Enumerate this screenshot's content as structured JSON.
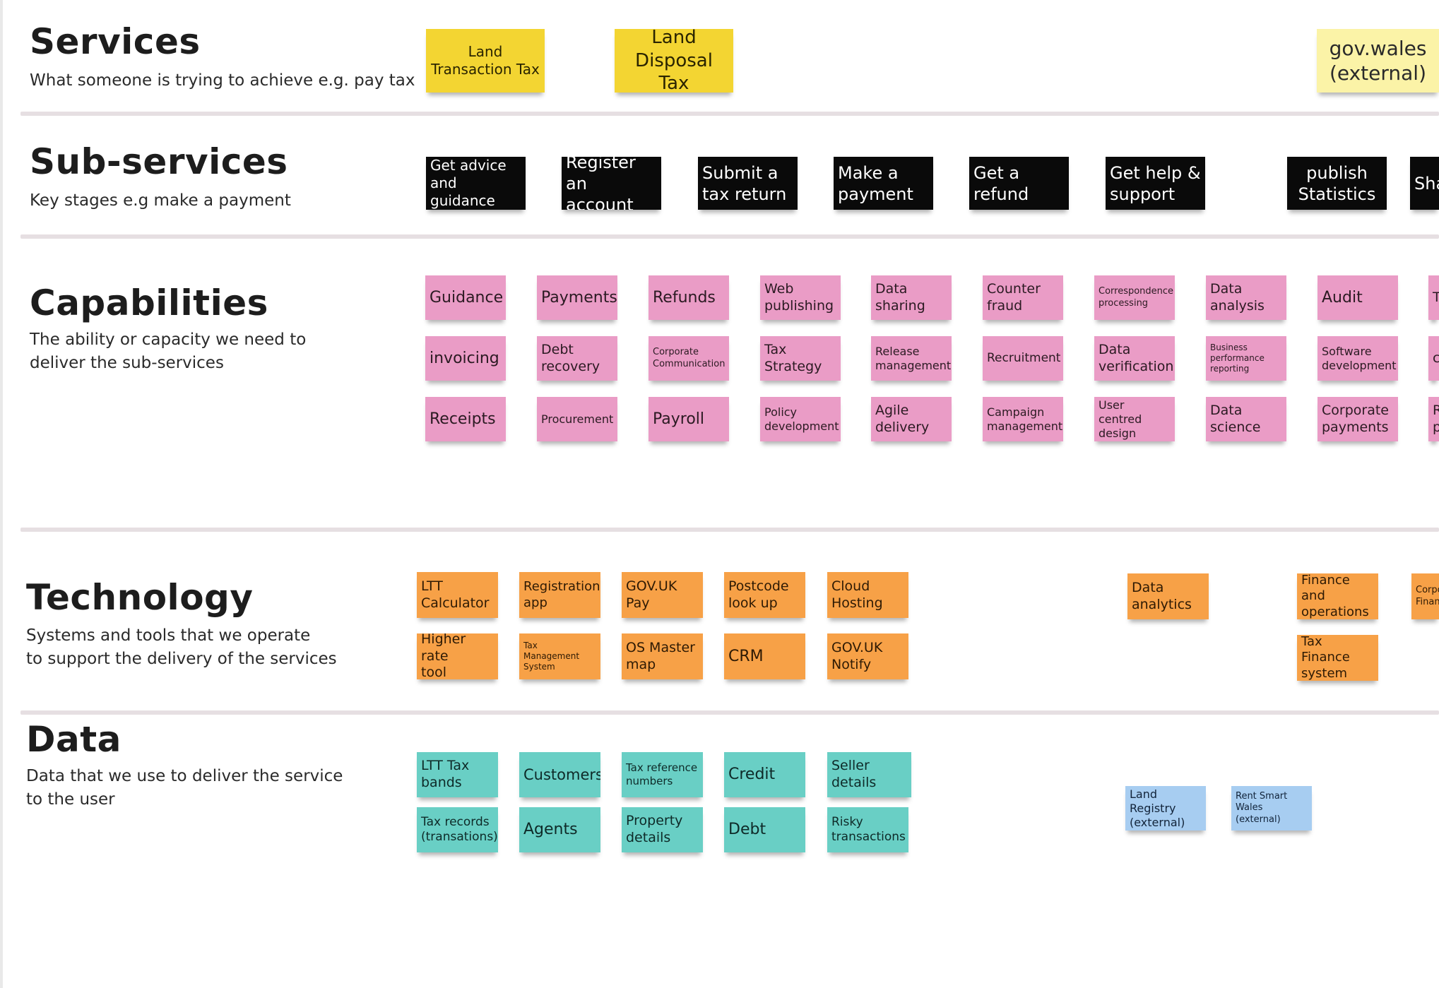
{
  "sections": {
    "services": {
      "title": "Services",
      "description": "What someone is trying to achieve e.g. pay tax"
    },
    "subservices": {
      "title": "Sub-services",
      "description": "Key stages e.g  make a payment"
    },
    "capabilities": {
      "title": "Capabilities",
      "description": "The ability or capacity we need to\ndeliver the sub-services"
    },
    "technology": {
      "title": "Technology",
      "description": "Systems and tools that we operate\nto support the delivery of the services"
    },
    "data": {
      "title": "Data",
      "description": "Data that we use to deliver the service\nto the user"
    }
  },
  "services": [
    "Land\nTransaction Tax",
    "Land\nDisposal Tax",
    "gov.wales\n(external)"
  ],
  "subservices": [
    "Get advice\nand guidance",
    "Register an\naccount",
    "Submit a\ntax return",
    "Make a\npayment",
    "Get a\nrefund",
    "Get help &\nsupport",
    "publish\nStatistics",
    "Sha"
  ],
  "capabilities": [
    "Guidance",
    "Payments",
    "Refunds",
    "Web\npublishing",
    "Data\nsharing",
    "Counter\nfraud",
    "Correspondence\nprocessing",
    "Data\nanalysis",
    "Audit",
    "T",
    "invoicing",
    "Debt\nrecovery",
    "Corporate\nCommunication",
    "Tax\nStrategy",
    "Release\nmanagement",
    "Recruitment",
    "Data\nverification",
    "Business\nperformance\nreporting",
    "Software\ndevelopment",
    "c",
    "Receipts",
    "Procurement",
    "Payroll",
    "Policy\ndevelopment",
    "Agile\ndelivery",
    "Campaign\nmanagement",
    "User centred\ndesign",
    "Data\nscience",
    "Corporate\npayments",
    "R\np"
  ],
  "technology": [
    "LTT\nCalculator",
    "Registration\napp",
    "GOV.UK\nPay",
    "Postcode\nlook up",
    "Cloud\nHosting",
    "Data\nanalytics",
    "Finance and\noperations",
    "Corpo\nFinan",
    "Higher rate\ntool",
    "Tax\nManagement\nSystem",
    "OS Master\nmap",
    "CRM",
    "GOV.UK\nNotify",
    "Tax Finance\nsystem"
  ],
  "data": [
    "LTT Tax\nbands",
    "Customers",
    "Tax reference\nnumbers",
    "Credit",
    "Seller\ndetails",
    "Tax records\n(transations)",
    "Agents",
    "Property\ndetails",
    "Debt",
    "Risky\ntransactions",
    "Land Registry\n(external)",
    "Rent Smart\nWales (external)"
  ],
  "colors": {
    "services": "#f3d532",
    "services_external": "#fbf3a7",
    "subservices": "#0a0a0a",
    "capabilities": "#ea9cc6",
    "technology": "#f7a147",
    "data": "#69cfc5",
    "data_external": "#a7cdf1"
  }
}
